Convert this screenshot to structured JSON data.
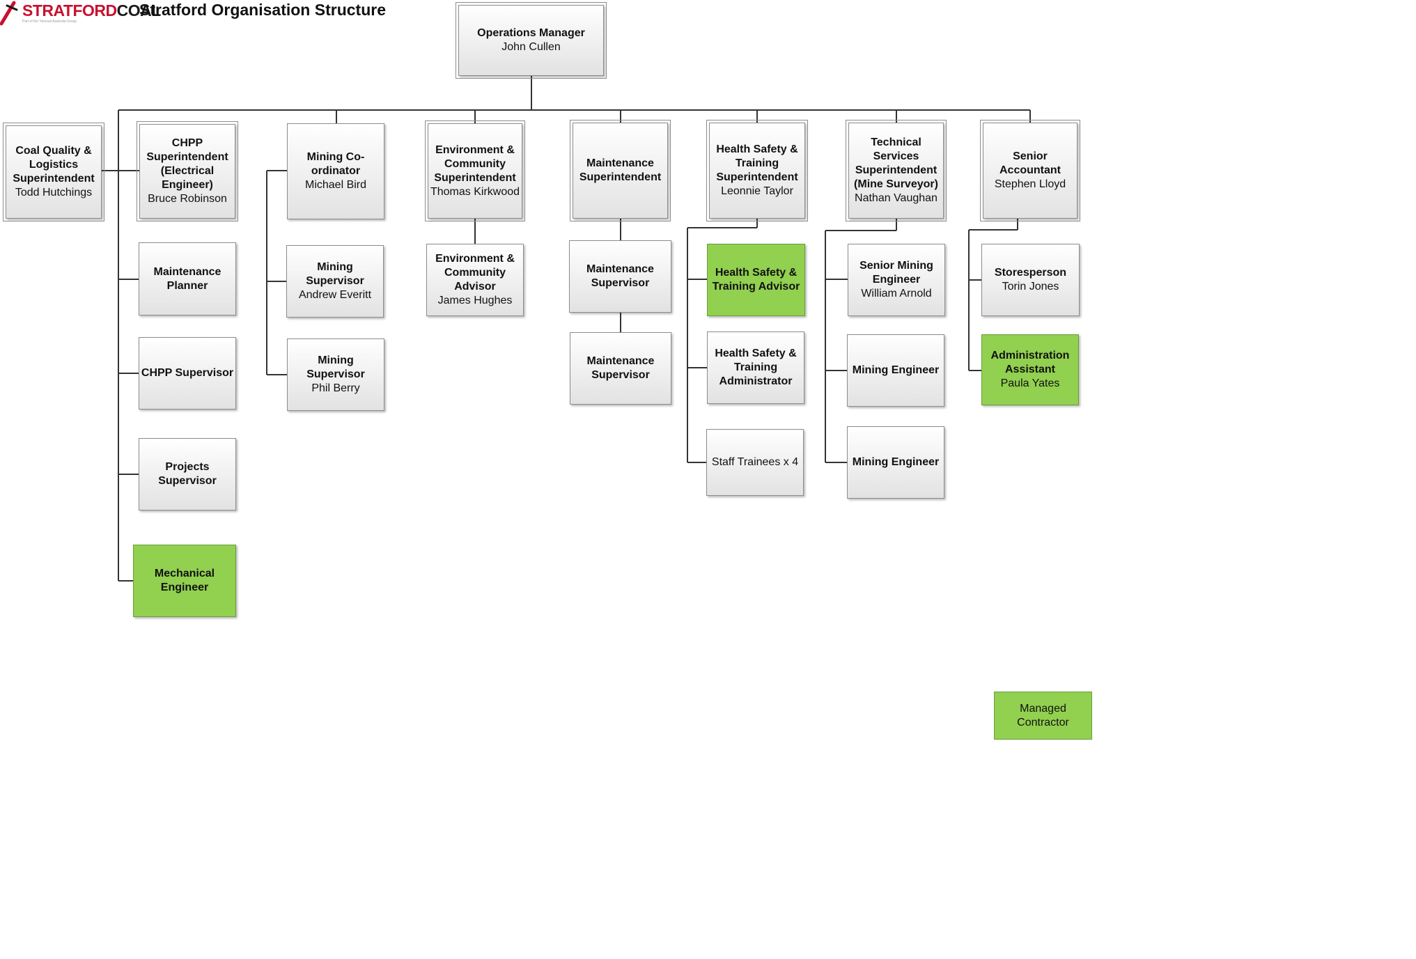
{
  "header": {
    "logo_brand_red": "STRATFORD",
    "logo_brand_dark": "COAL",
    "logo_tagline": "Part of the Yancoal Australia Group",
    "title": "Stratford Organisation Structure"
  },
  "colors": {
    "line": "#333333",
    "box_border": "#8c8c8c",
    "managed_contractor": "#92d050",
    "logo_red": "#c8102e",
    "logo_dark": "#1a1a1a"
  },
  "legend": {
    "label": "Managed Contractor",
    "color": "#92d050"
  },
  "nodes": {
    "ops_manager": {
      "role": "Operations Manager",
      "name": "John Cullen"
    },
    "coal_quality": {
      "role": "Coal Quality & Logistics Superintendent",
      "name": "Todd Hutchings"
    },
    "chpp_super": {
      "role": "CHPP Superintendent (Electrical Engineer)",
      "name": "Bruce Robinson"
    },
    "maint_planner": {
      "role": "Maintenance Planner",
      "name": ""
    },
    "chpp_supervisor": {
      "role": "CHPP Supervisor",
      "name": ""
    },
    "projects_sup": {
      "role": "Projects Supervisor",
      "name": ""
    },
    "mech_engineer": {
      "role": "Mechanical Engineer",
      "name": ""
    },
    "mining_coord": {
      "role": "Mining Co-ordinator",
      "name": "Michael Bird"
    },
    "mining_sup_1": {
      "role": "Mining Supervisor",
      "name": "Andrew Everitt"
    },
    "mining_sup_2": {
      "role": "Mining Supervisor",
      "name": "Phil Berry"
    },
    "env_super": {
      "role": "Environment & Community Superintendent",
      "name": "Thomas Kirkwood"
    },
    "env_advisor": {
      "role": "Environment & Community Advisor",
      "name": "James Hughes"
    },
    "maint_super": {
      "role": "Maintenance Superintendent",
      "name": ""
    },
    "maint_sup_1": {
      "role": "Maintenance Supervisor",
      "name": ""
    },
    "maint_sup_2": {
      "role": "Maintenance Supervisor",
      "name": ""
    },
    "hst_super": {
      "role": "Health Safety & Training Superintendent",
      "name": "Leonnie Taylor"
    },
    "hst_advisor": {
      "role": "Health Safety & Training Advisor",
      "name": ""
    },
    "hst_admin": {
      "role": "Health Safety & Training Administrator",
      "name": ""
    },
    "staff_trainees": {
      "role": "",
      "name": "Staff Trainees x 4"
    },
    "tech_super": {
      "role": "Technical Services Superintendent (Mine Surveyor)",
      "name": "Nathan Vaughan"
    },
    "senior_mining_eng": {
      "role": "Senior Mining Engineer",
      "name": "William Arnold"
    },
    "mining_eng_1": {
      "role": "Mining Engineer",
      "name": ""
    },
    "mining_eng_2": {
      "role": "Mining Engineer",
      "name": ""
    },
    "senior_accountant": {
      "role": "Senior Accountant",
      "name": "Stephen Lloyd"
    },
    "storesperson": {
      "role": "Storesperson",
      "name": "Torin Jones"
    },
    "admin_assistant": {
      "role": "Administration Assistant",
      "name": "Paula Yates"
    }
  }
}
